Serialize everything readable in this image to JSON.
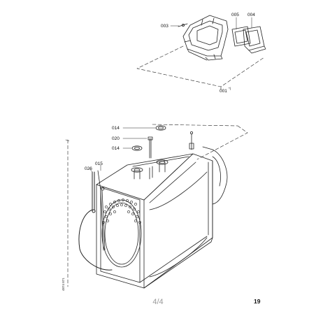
{
  "labels": {
    "p003": "003",
    "p005": "005",
    "p004": "004",
    "p001": "001",
    "p001_suffix": "*)",
    "p014a": "014",
    "p020": "020",
    "p014b": "014",
    "p015": "015",
    "p026": "026"
  },
  "side_code": "4874 871",
  "page_indicator": "4/4",
  "page_number": "19"
}
